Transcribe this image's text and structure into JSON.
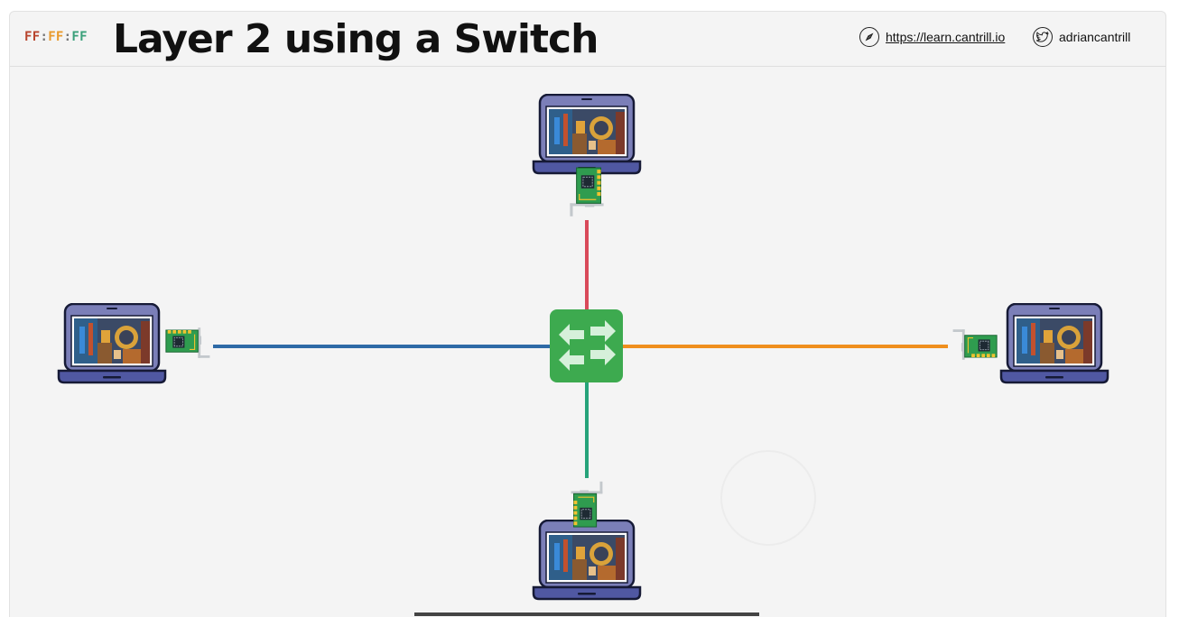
{
  "header": {
    "logo": {
      "part1": "FF",
      "part2": "FF",
      "part3": "FF",
      "separator": ":"
    },
    "title": "Layer 2 using a Switch",
    "site_link": "https://learn.cantrill.io",
    "twitter_handle": "adriancantrill",
    "site_icon": "compass-icon",
    "twitter_icon": "twitter-bird-icon"
  },
  "diagram": {
    "switch_icon": "switch-arrows-icon",
    "laptop_icon": "laptop-icon",
    "nic_icon": "network-card-icon",
    "links": [
      {
        "id": "top",
        "color": "#d94a5a"
      },
      {
        "id": "left",
        "color": "#2e6aa6"
      },
      {
        "id": "right",
        "color": "#ef8f1d"
      },
      {
        "id": "bottom",
        "color": "#26a37a"
      }
    ],
    "switch_color": "#3daa4f",
    "laptop_color": "#7b7fb8"
  }
}
